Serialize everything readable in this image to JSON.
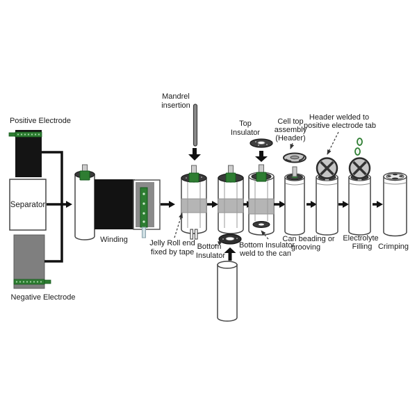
{
  "inputs": {
    "positive_electrode": "Positive Electrode",
    "separator": "Separator",
    "negative_electrode": "Negative Electrode"
  },
  "steps": {
    "winding": "Winding",
    "mandrel_insertion": [
      "Mandrel",
      "insertion"
    ],
    "jelly_roll_tape": [
      "Jelly Roll end",
      "fixed by tape"
    ],
    "bottom_insulator": [
      "Bottom",
      "Insulator"
    ],
    "top_insulator": [
      "Top",
      "Insulator"
    ],
    "bottom_insulator_weld": [
      "Bottom Insulator",
      "weld to the can"
    ],
    "cell_top_assembly": [
      "Cell top",
      "assembly",
      "(Header)"
    ],
    "can_beading": [
      "Can beading or",
      "grooving"
    ],
    "header_welded": [
      "Header welded to",
      "positive electrode tab"
    ],
    "electrolyte_filling": [
      "Electrolyte",
      "Filling"
    ],
    "crimping": "Crimping"
  },
  "colors": {
    "tab_green": "#2e7d32",
    "tab_green_dark": "#14581c",
    "green_dot_light": "#a5d6a7",
    "electrode_positive_black": "#141414",
    "electrode_negative_gray": "#7f7f7f",
    "jelly_band_gray": "#b5b5b5",
    "dark_part_gray": "#3a3a3a",
    "header_gray": "#c6c6c6",
    "outline_gray": "#444444",
    "arrow_black": "#111111"
  }
}
